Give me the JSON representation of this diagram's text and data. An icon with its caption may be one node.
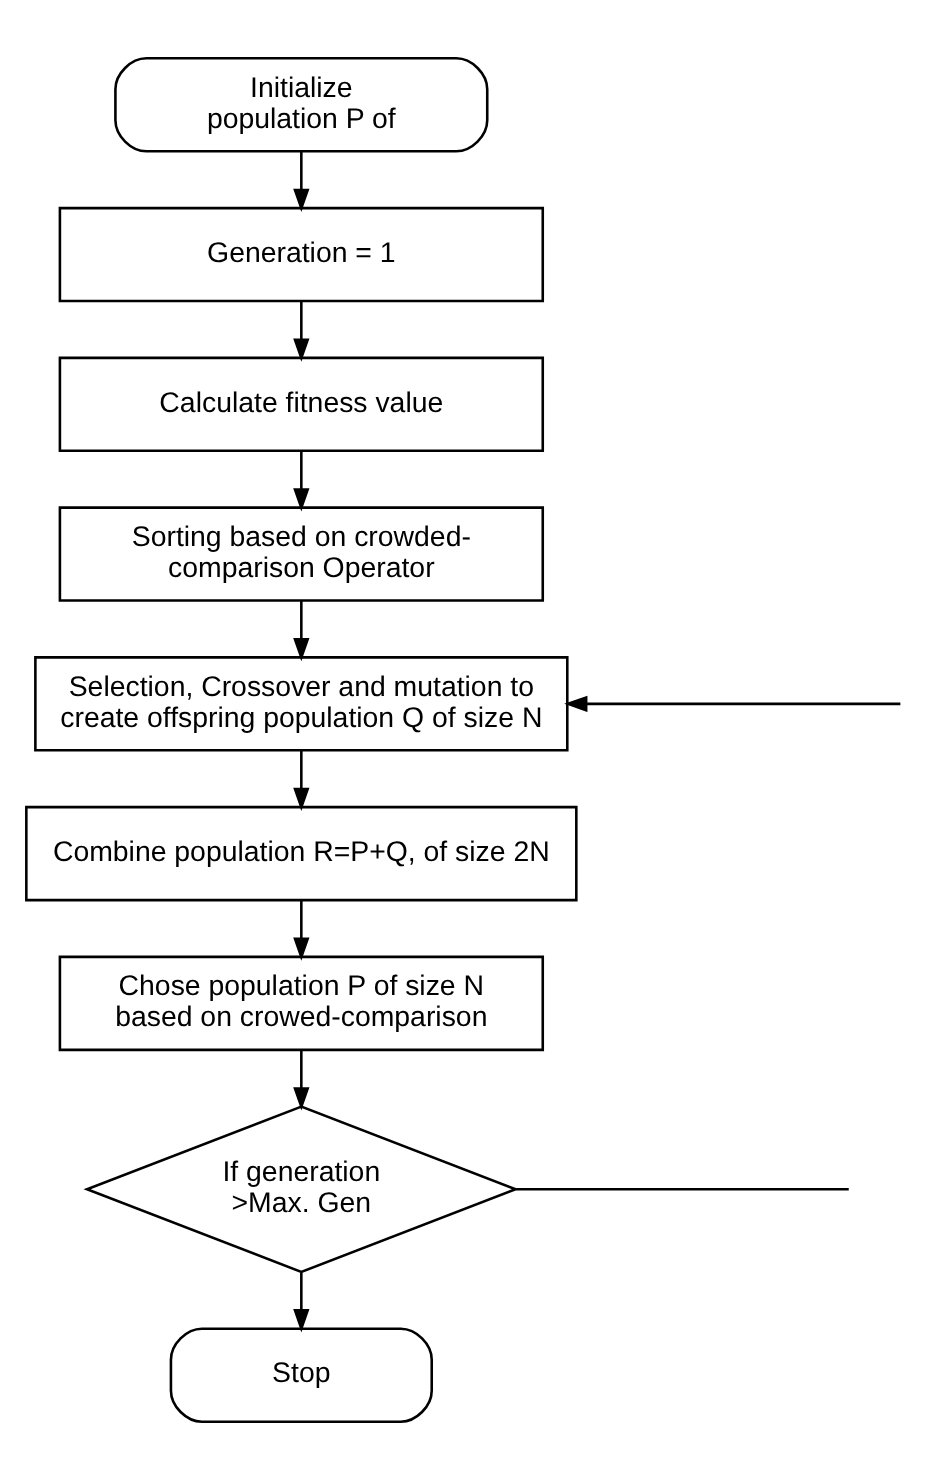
{
  "diagram": {
    "nodes": [
      {
        "text": [
          "Initialize population P of"
        ]
      },
      {
        "text": [
          "Generation = 1"
        ]
      },
      {
        "text": [
          "Calculate fitness value"
        ]
      },
      {
        "text": [
          "Sorting based on crowded-comparison Operator"
        ]
      },
      {
        "text": [
          "Selection, Crossover and mutation to create offspring population Q of size N"
        ]
      },
      {
        "text": [
          "Combine population R=P+Q, of size 2N"
        ]
      },
      {
        "text": [
          "Chose population P of size N based on crowed-comparison"
        ]
      },
      {
        "text": [
          "If generation >Max. Gen"
        ]
      },
      {
        "text": [
          "Stop"
        ]
      }
    ],
    "edges": [
      {
        "from": 0,
        "to": 1,
        "arrow": "to"
      },
      {
        "from": 1,
        "to": 2,
        "arrow": "to"
      },
      {
        "from": 2,
        "to": 3,
        "arrow": "to"
      },
      {
        "from": 3,
        "to": 4,
        "arrow": "to"
      },
      {
        "from": 4,
        "to": 5,
        "arrow": "to"
      },
      {
        "from": 5,
        "to": 6,
        "arrow": "to"
      },
      {
        "from": 6,
        "to": 7,
        "arrow": "to"
      },
      {
        "from": 7,
        "to": 8,
        "arrow": "to"
      },
      {
        "from": 7,
        "to": null,
        "arrow": "none"
      },
      {
        "from": null,
        "to": 4,
        "arrow": "to"
      }
    ]
  }
}
